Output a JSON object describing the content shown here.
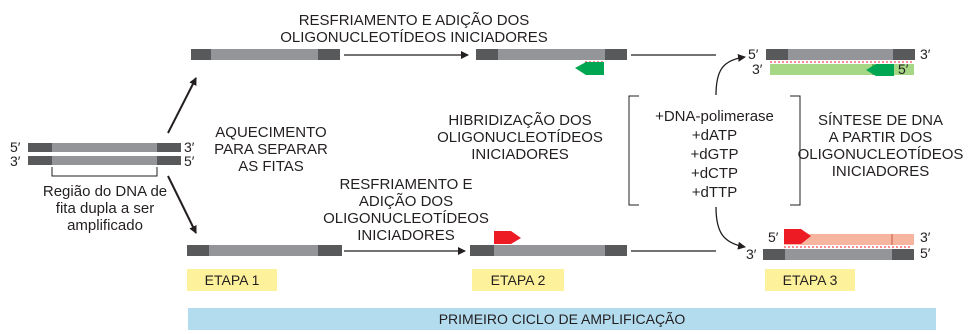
{
  "labels": {
    "top_cooling": [
      "RESFRIAMENTO E ADIÇÃO DOS",
      "OLIGONUCLEOTÍDEOS INICIADORES"
    ],
    "heating": [
      "AQUECIMENTO",
      "PARA SEPARAR",
      "AS FITAS"
    ],
    "region": [
      "Região do DNA de",
      "fita dupla a ser",
      "amplificado"
    ],
    "bottom_cooling": [
      "RESFRIAMENTO E",
      "ADIÇÃO DOS",
      "OLIGONUCLEOTÍDEOS",
      "INICIADORES"
    ],
    "hybridization": [
      "HIBRIDIZAÇÃO DOS",
      "OLIGONUCLEOTÍDEOS",
      "INICIADORES"
    ],
    "reagents": [
      "+DNA-polimerase",
      "+dATP",
      "+dGTP",
      "+dCTP",
      "+dTTP"
    ],
    "synthesis": [
      "SÍNTESE DE DNA",
      "A PARTIR DOS",
      "OLIGONUCLEOTÍDEOS",
      "INICIADORES"
    ]
  },
  "ends": {
    "five": "5′",
    "three": "3′"
  },
  "stages": [
    "ETAPA 1",
    "ETAPA 2",
    "ETAPA 3"
  ],
  "banner": "PRIMEIRO CICLO DE AMPLIFICAÇÃO",
  "colors": {
    "strand": "#939598",
    "strand_end": "#58595b",
    "primer_green": "#00a651",
    "new_strand_green": "#a6d785",
    "primer_red": "#ed1c24",
    "new_strand_red": "#f7b59f",
    "stage_badge": "#fdf29b",
    "banner": "#b3dcef"
  }
}
